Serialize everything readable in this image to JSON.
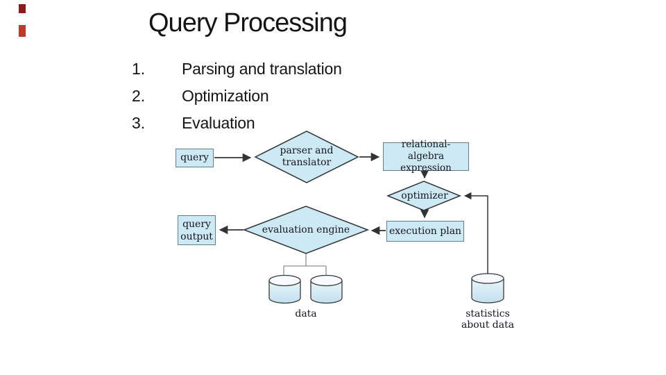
{
  "slide_title": "Query Processing",
  "steps": [
    {
      "number": "1.",
      "label": "Parsing and translation"
    },
    {
      "number": "2.",
      "label": "Optimization"
    },
    {
      "number": "3.",
      "label": "Evaluation"
    }
  ],
  "diagram": {
    "nodes": {
      "query_box": "query",
      "parser_translator": {
        "line1": "parser and",
        "line2": "translator"
      },
      "relational_algebra": {
        "line1": "relational-algebra",
        "line2": "expression"
      },
      "optimizer": "optimizer",
      "execution_plan": "execution plan",
      "evaluation_engine": "evaluation engine",
      "query_output": {
        "line1": "query",
        "line2": "output"
      },
      "data_store_label": "data",
      "statistics_store": {
        "line1": "statistics",
        "line2": "about data"
      }
    },
    "edges": [
      {
        "from": "query",
        "to": "parser and translator"
      },
      {
        "from": "parser and translator",
        "to": "relational-algebra expression"
      },
      {
        "from": "relational-algebra expression",
        "to": "optimizer"
      },
      {
        "from": "optimizer",
        "to": "execution plan"
      },
      {
        "from": "execution plan",
        "to": "evaluation engine"
      },
      {
        "from": "evaluation engine",
        "to": "query output"
      },
      {
        "from": "evaluation engine",
        "to": "data"
      },
      {
        "from": "statistics about data",
        "to": "optimizer"
      }
    ],
    "colors": {
      "node_fill": "#cde9f3",
      "node_border": "#5f7d8c",
      "diamond_outline": "#2e3336",
      "arrow": "#333333",
      "connector": "#8f8f8f",
      "cylinder_top_fill": "#f7fbfd",
      "cylinder_body_light": "#e9f5fa",
      "cylinder_body_dark": "#c2e1ee"
    }
  },
  "accent_marks": {
    "top_color": "#8e1a1a",
    "bottom_color": "#c0392b"
  }
}
